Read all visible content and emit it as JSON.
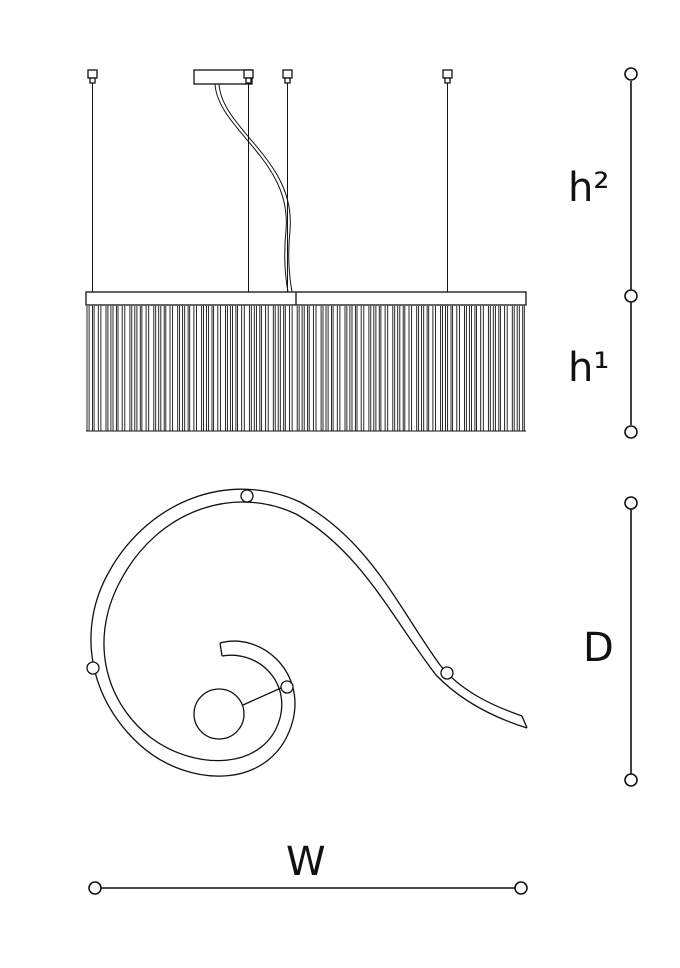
{
  "labels": {
    "height_top": "h²",
    "height_body": "h¹",
    "depth": "D",
    "width": "W"
  },
  "colors": {
    "stroke": "#111111",
    "background": "#ffffff"
  }
}
